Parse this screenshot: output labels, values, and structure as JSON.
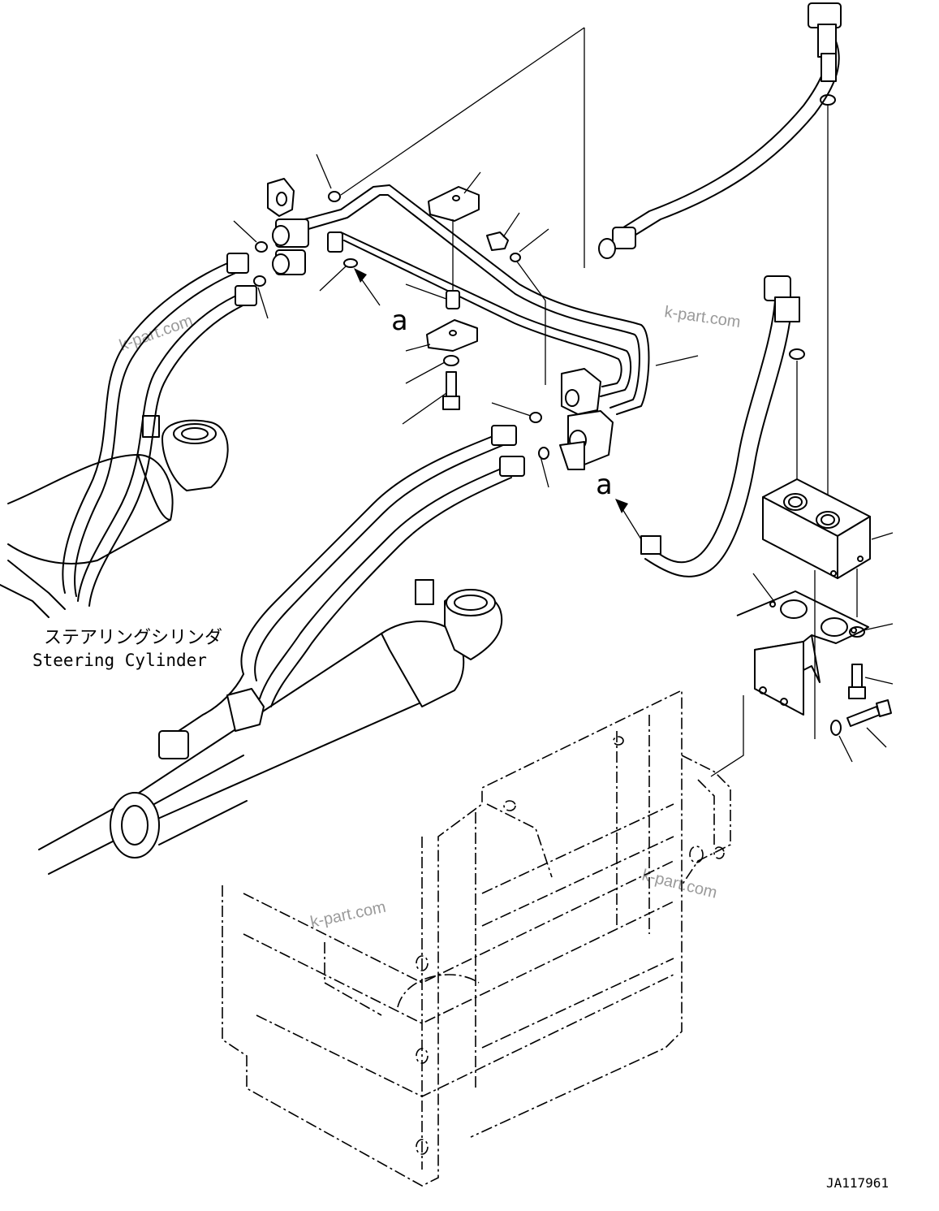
{
  "labels": {
    "callout_a_upper": "a",
    "callout_a_lower": "a",
    "cylinder_label_jp": "ステアリングシリンダ",
    "cylinder_label_en": "Steering Cylinder",
    "drawing_id": "JA117961"
  },
  "watermarks": [
    "k-part.com",
    "k-part.com",
    "k-part.com",
    "k-part.com"
  ]
}
